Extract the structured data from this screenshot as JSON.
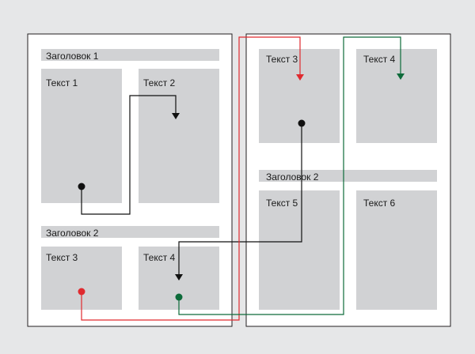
{
  "colors": {
    "background": "#e6e7e8",
    "page_fill": "#ffffff",
    "page_border": "#231f20",
    "block_fill": "#d1d2d4",
    "arrow_black": "#111111",
    "arrow_red": "#e02a2f",
    "arrow_green": "#0d6b3a"
  },
  "left_page": {
    "heading_1": "Заголовок 1",
    "text_1": "Текст 1",
    "text_2": "Текст 2",
    "heading_2": "Заголовок 2",
    "text_3": "Текст 3",
    "text_4": "Текст 4"
  },
  "right_page": {
    "text_3": "Текст 3",
    "text_4": "Текст 4",
    "heading_2": "Заголовок 2",
    "text_5": "Текст 5",
    "text_6": "Текст 6"
  }
}
